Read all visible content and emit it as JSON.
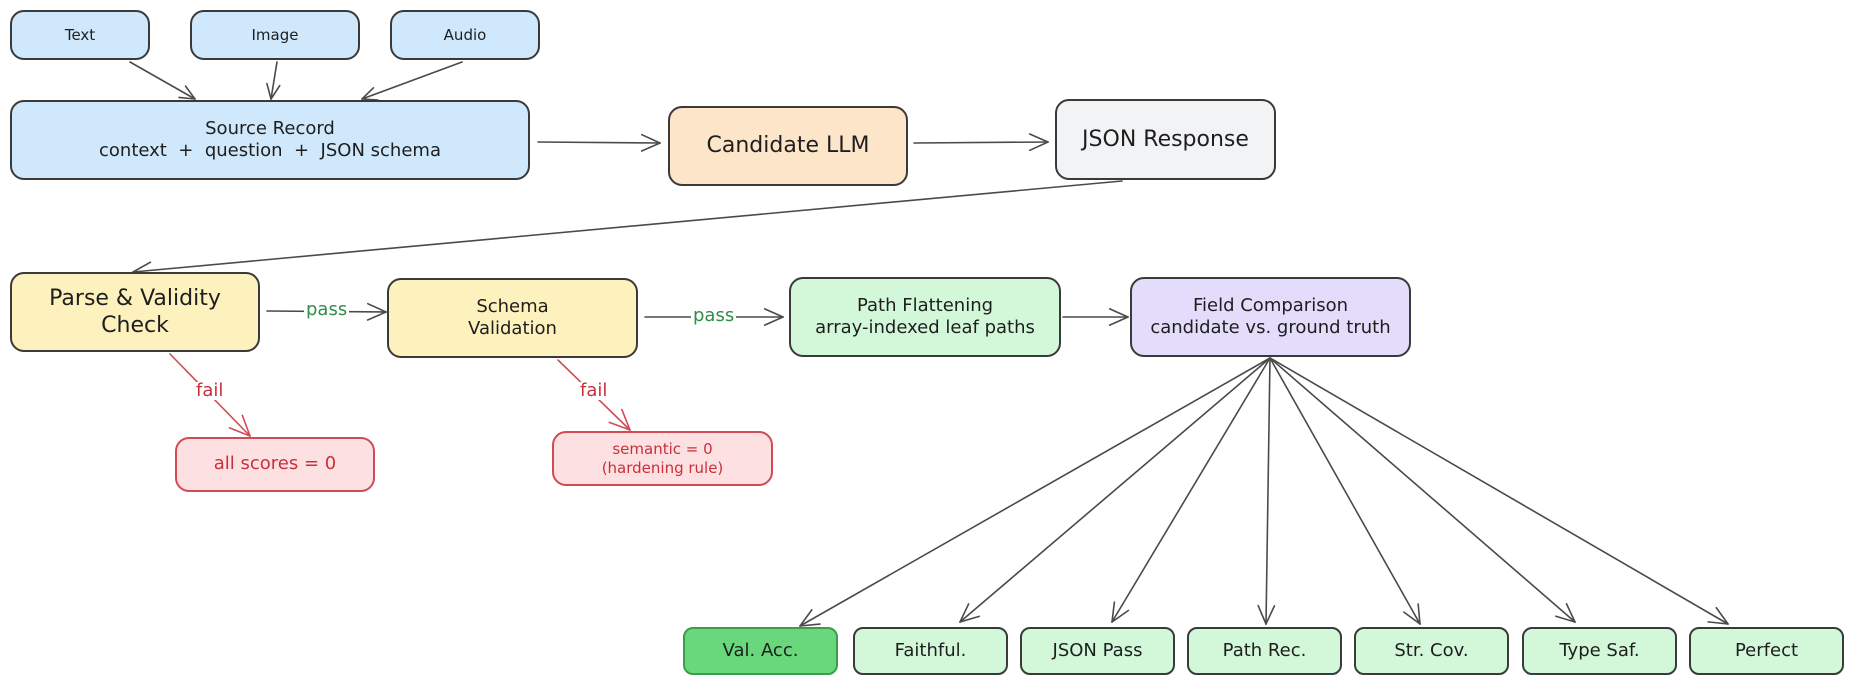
{
  "colors": {
    "stroke": "#4a4a4a",
    "pass": "#2f8d46",
    "fail": "#d14b55"
  },
  "inputs": [
    {
      "label": "Text"
    },
    {
      "label": "Image"
    },
    {
      "label": "Audio"
    }
  ],
  "source_record": {
    "title": "Source Record",
    "subtitle": "context  +  question  +  JSON schema"
  },
  "candidate_llm": {
    "label": "Candidate LLM"
  },
  "json_response": {
    "label": "JSON Response"
  },
  "parse_check": {
    "line1": "Parse & Validity",
    "line2": "Check"
  },
  "schema_validation": {
    "line1": "Schema",
    "line2": "Validation"
  },
  "path_flattening": {
    "line1": "Path Flattening",
    "line2": "array-indexed leaf paths"
  },
  "field_comparison": {
    "line1": "Field Comparison",
    "line2": "candidate vs. ground truth"
  },
  "fail_parse": {
    "label": "all scores = 0"
  },
  "fail_schema": {
    "line1": "semantic = 0",
    "line2": "(hardening rule)"
  },
  "edge_labels": {
    "pass": "pass",
    "fail": "fail"
  },
  "metrics": [
    {
      "label": "Val. Acc.",
      "highlighted": true
    },
    {
      "label": "Faithful.",
      "highlighted": false
    },
    {
      "label": "JSON Pass",
      "highlighted": false
    },
    {
      "label": "Path Rec.",
      "highlighted": false
    },
    {
      "label": "Str. Cov.",
      "highlighted": false
    },
    {
      "label": "Type Saf.",
      "highlighted": false
    },
    {
      "label": "Perfect",
      "highlighted": false
    }
  ]
}
